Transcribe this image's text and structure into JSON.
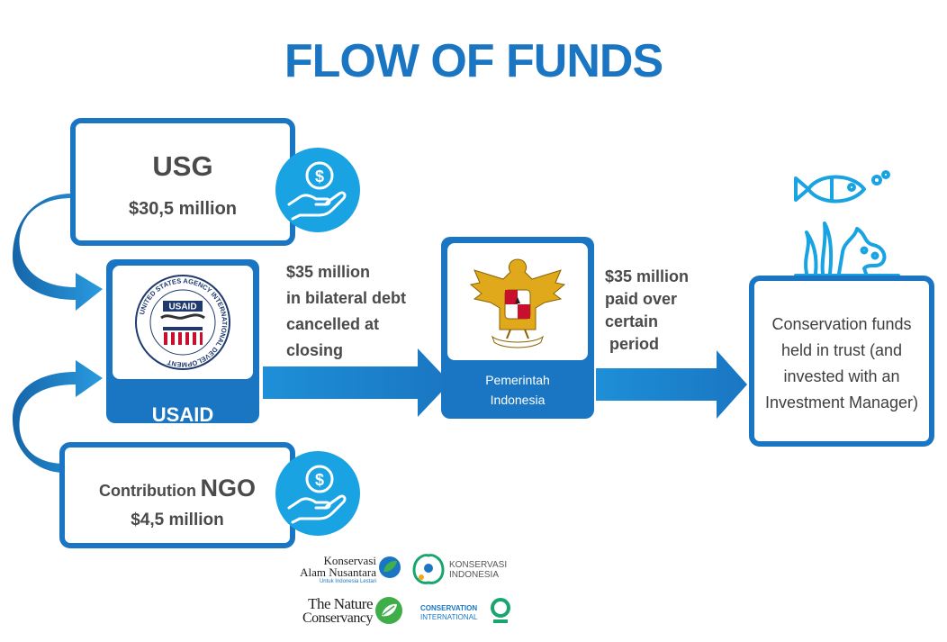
{
  "title": "FLOW OF FUNDS",
  "usg": {
    "name": "USG",
    "amount": "$30,5 million"
  },
  "usaid": {
    "label": "USAID",
    "seal_text": "UNITED STATES AGENCY INTERNATIONAL DEVELOPMENT",
    "seal_badge": "USAID"
  },
  "ngo": {
    "prefix": "Contribution",
    "name": "NGO",
    "amount": "$4,5 million"
  },
  "flow1": {
    "lines": [
      "$35 million",
      "in bilateral debt",
      "cancelled at",
      "closing"
    ]
  },
  "pemerintah": {
    "lines": [
      "Pemerintah",
      "Indonesia"
    ]
  },
  "flow2": {
    "lines": [
      "$35 million",
      "paid over",
      "certain",
      " period"
    ]
  },
  "conservation": {
    "lines": [
      "Conservation funds",
      "held in trust (and",
      "invested with an",
      "Investment Manager)"
    ]
  },
  "logos": {
    "kan_line1": "Konservasi",
    "kan_line2": "Alam Nusantara",
    "kan_tagline": "Untuk Indonesia Lestari",
    "ki_line1": "KONSERVASI",
    "ki_line2": "INDONESIA",
    "tnc_line1": "The Nature",
    "tnc_line2": "Conservancy",
    "ci_line1": "CONSERVATION",
    "ci_line2": "INTERNATIONAL"
  },
  "colors": {
    "primary": "#1a76c2",
    "accent": "#19a3e3",
    "text": "#4a4a4a"
  },
  "icons": [
    "money-hand-icon",
    "money-hand-icon",
    "fish-coral-icon",
    "garuda-emblem-icon",
    "usaid-seal-icon"
  ]
}
